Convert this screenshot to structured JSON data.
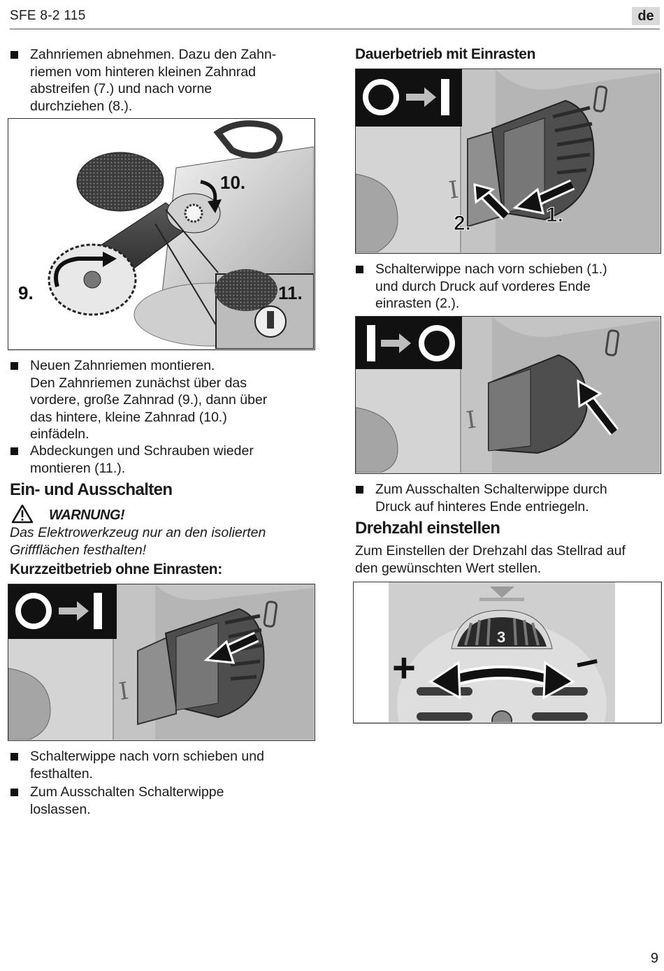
{
  "header": {
    "model": "SFE 8-2 115",
    "language": "de"
  },
  "left": {
    "bullet1": "Zahnriemen abnehmen. Dazu den Zahn-\nriemen vom hinteren kleinen Zahnrad\nabstreifen (7.) und nach vorne\ndurchziehen (8.).",
    "figure1": {
      "callouts": {
        "c9": "9.",
        "c10": "10.",
        "c11": "11."
      }
    },
    "bullet2": "Neuen Zahnriemen montieren.\nDen Zahnriemen zunächst über das\nvordere, große Zahnrad (9.), dann über\ndas hintere, kleine Zahnrad (10.)\neinfädeln.",
    "bullet3": "Abdeckungen und Schrauben wieder\nmontieren (11.).",
    "section_title": "Ein- und Ausschalten",
    "warning": {
      "title": "WARNUNG!",
      "text": "Das Elektrowerkzeug nur an den isolierten\nGriffflächen festhalten!"
    },
    "subsection_title": "Kurzzeitbetrieb ohne Einrasten:",
    "bullet4": "Schalterwippe nach vorn schieben und\nfesthalten.",
    "bullet5": "Zum Ausschalten Schalterwippe\nloslassen."
  },
  "right": {
    "subsection_title": "Dauerbetrieb mit Einrasten",
    "figure_lock": {
      "callouts": {
        "c1": "1.",
        "c2": "2."
      }
    },
    "bullet1": "Schalterwippe nach vorn schieben (1.)\nund durch Druck auf vorderes Ende\neinrasten (2.).",
    "bullet2": "Zum Ausschalten Schalterwippe durch\nDruck auf hinteres Ende entriegeln.",
    "section_title": "Drehzahl einstellen",
    "paragraph": "Zum Einstellen der Drehzahl das Stellrad auf\nden gewünschten Wert stellen.",
    "figure_dial": {
      "dial_value": "3",
      "plus": "+",
      "minus": "–"
    }
  },
  "page_number": "9"
}
